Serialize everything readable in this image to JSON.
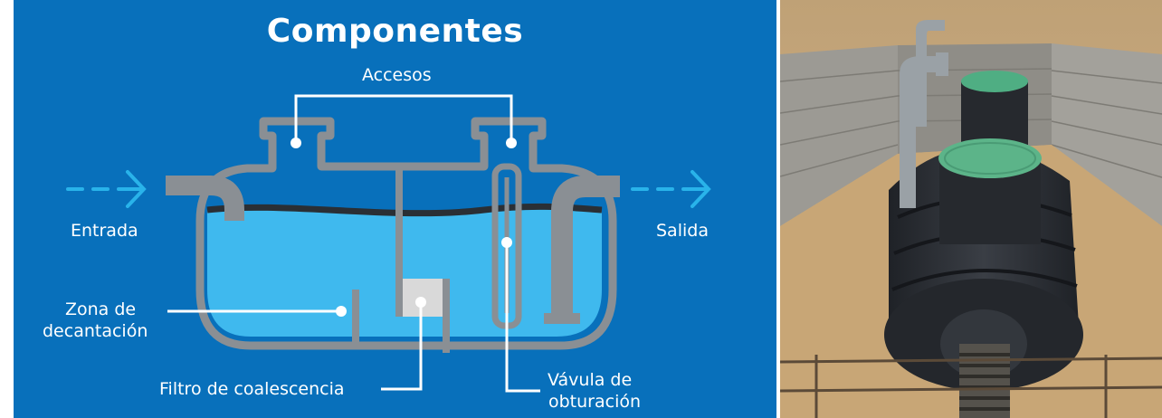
{
  "diagram": {
    "title": "Componentes",
    "labels": {
      "accesos": "Accesos",
      "entrada": "Entrada",
      "salida": "Salida",
      "zona_line1": "Zona de",
      "zona_line2": "decantación",
      "filtro": "Filtro de coalescencia",
      "valvula_line1": "Vávula de",
      "valvula_line2": "obturación"
    },
    "colors": {
      "background": "#0870bb",
      "water": "#3fb9ee",
      "tank": "#8a8f94",
      "arrow": "#29b3ea",
      "oil_layer": "#2a2f35",
      "filter": "#d9d9d9",
      "leader": "#ffffff"
    }
  },
  "photo": {
    "description_icon": "installed-separator-tank-photo",
    "colors": {
      "sand": "#c9a77a",
      "blocks": "#9c9a94",
      "tank_body": "#2c2f35",
      "lid": "#5cb489",
      "pipe": "#9aa1a6"
    }
  }
}
